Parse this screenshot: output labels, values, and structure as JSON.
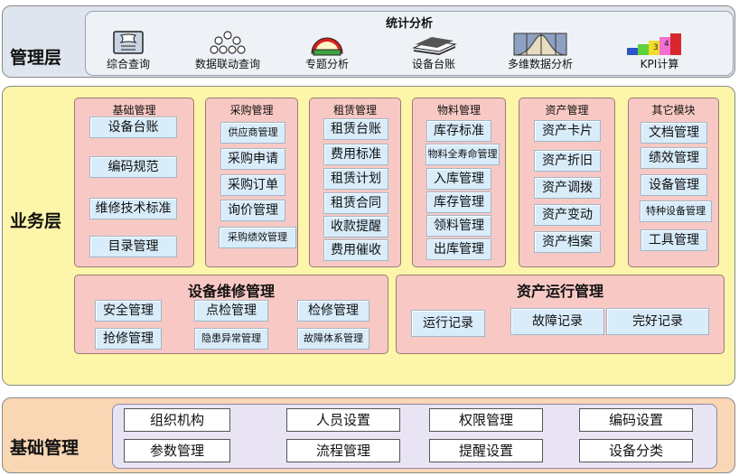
{
  "layers": {
    "management": "管理层",
    "business": "业务层",
    "foundation": "基础管理"
  },
  "stats": {
    "title": "统计分析",
    "tools": [
      {
        "label": "综合查询",
        "icon": "query-icon"
      },
      {
        "label": "数据联动查询",
        "icon": "linked-data-icon"
      },
      {
        "label": "专题分析",
        "icon": "topic-analysis-icon"
      },
      {
        "label": "设备台账",
        "icon": "ledger-icon"
      },
      {
        "label": "多维数据分析",
        "icon": "multidim-analysis-icon"
      },
      {
        "label": "KPI计算",
        "icon": "kpi-icon"
      }
    ]
  },
  "modules": [
    {
      "title": "基础管理",
      "items": [
        "设备台账",
        "编码规范",
        "维修技术标准",
        "目录管理"
      ]
    },
    {
      "title": "采购管理",
      "items": [
        "供应商管理",
        "采购申请",
        "采购订单",
        "询价管理",
        "采购绩效管理"
      ]
    },
    {
      "title": "租赁管理",
      "items": [
        "租赁台账",
        "费用标准",
        "租赁计划",
        "租赁合同",
        "收款提醒",
        "费用催收"
      ]
    },
    {
      "title": "物料管理",
      "items": [
        "库存标准",
        "物料全寿命管理",
        "入库管理",
        "库存管理",
        "领料管理",
        "出库管理"
      ]
    },
    {
      "title": "资产管理",
      "items": [
        "资产卡片",
        "资产折旧",
        "资产调拨",
        "资产变动",
        "资产档案"
      ]
    },
    {
      "title": "其它模块",
      "items": [
        "文档管理",
        "绩效管理",
        "设备管理",
        "特种设备管理",
        "工具管理"
      ]
    }
  ],
  "maintenance": {
    "title": "设备维修管理",
    "items": [
      "安全管理",
      "点检管理",
      "检修管理",
      "抢修管理",
      "隐患异常管理",
      "故障体系管理"
    ]
  },
  "operation": {
    "title": "资产运行管理",
    "items": [
      "运行记录",
      "故障记录",
      "完好记录"
    ]
  },
  "foundation_items": [
    "组织机构",
    "人员设置",
    "权限管理",
    "编码设置",
    "参数管理",
    "流程管理",
    "提醒设置",
    "设备分类"
  ],
  "colors": {
    "management_bg": "#dfe5ee",
    "business_bg": "#fdf5a9",
    "foundation_bg": "#f9d6b4",
    "module_bg": "#f8c9c4",
    "item_bg": "#d8ecfa"
  }
}
